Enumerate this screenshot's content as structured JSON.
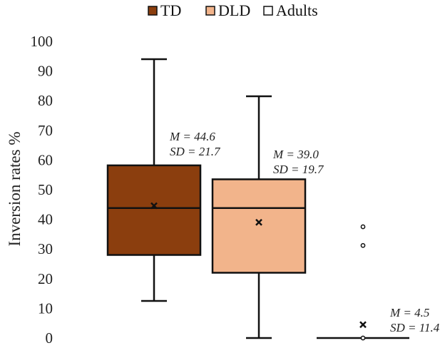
{
  "chart_data": {
    "type": "box",
    "ylabel": "Inversion rates %",
    "ylim": [
      0,
      100
    ],
    "yticks": [
      "0",
      "10",
      "20",
      "30",
      "40",
      "50",
      "60",
      "70",
      "80",
      "90",
      "100"
    ],
    "legend_position": "top-center",
    "grid": false,
    "series": [
      {
        "name": "TD",
        "color": "#8B3E0E",
        "min": 12.5,
        "q1": 28,
        "median": 43.8,
        "q3": 58.2,
        "max": 94,
        "mean": 44.6,
        "outliers": [],
        "annotation": [
          "M = 44.6",
          "SD = 21.7"
        ]
      },
      {
        "name": "DLD",
        "color": "#F2B48B",
        "min": 0,
        "q1": 22,
        "median": 43.8,
        "q3": 53.5,
        "max": 81.5,
        "mean": 39.0,
        "outliers": [],
        "annotation": [
          "M = 39.0",
          "SD = 19.7"
        ]
      },
      {
        "name": "Adults",
        "color": "#ffffff",
        "min": 0,
        "q1": 0,
        "median": 0,
        "q3": 0,
        "max": 0,
        "mean": 4.5,
        "outliers": [
          37.5,
          31.2,
          0
        ],
        "annotation": [
          "M = 4.5",
          "SD = 11.4"
        ]
      }
    ]
  }
}
